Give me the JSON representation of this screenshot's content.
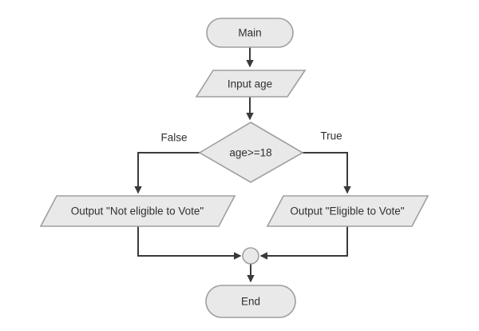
{
  "diagram": {
    "type": "flowchart",
    "nodes": {
      "start": {
        "label": "Main",
        "shape": "terminator"
      },
      "input": {
        "label": "Input age",
        "shape": "parallelogram"
      },
      "decision": {
        "label": "age>=18",
        "shape": "diamond"
      },
      "output_false": {
        "label": "Output \"Not eligible to Vote\"",
        "shape": "parallelogram"
      },
      "output_true": {
        "label": "Output \"Eligible to Vote\"",
        "shape": "parallelogram"
      },
      "join": {
        "label": "",
        "shape": "connector-circle"
      },
      "end": {
        "label": "End",
        "shape": "terminator"
      }
    },
    "branch_labels": {
      "false": "False",
      "true": "True"
    },
    "colors": {
      "background": "#ffffff",
      "node_fill": "#e9e9e9",
      "node_border": "#9f9f9f",
      "edge_line": "#3a3a3a",
      "text": "#303030"
    }
  }
}
